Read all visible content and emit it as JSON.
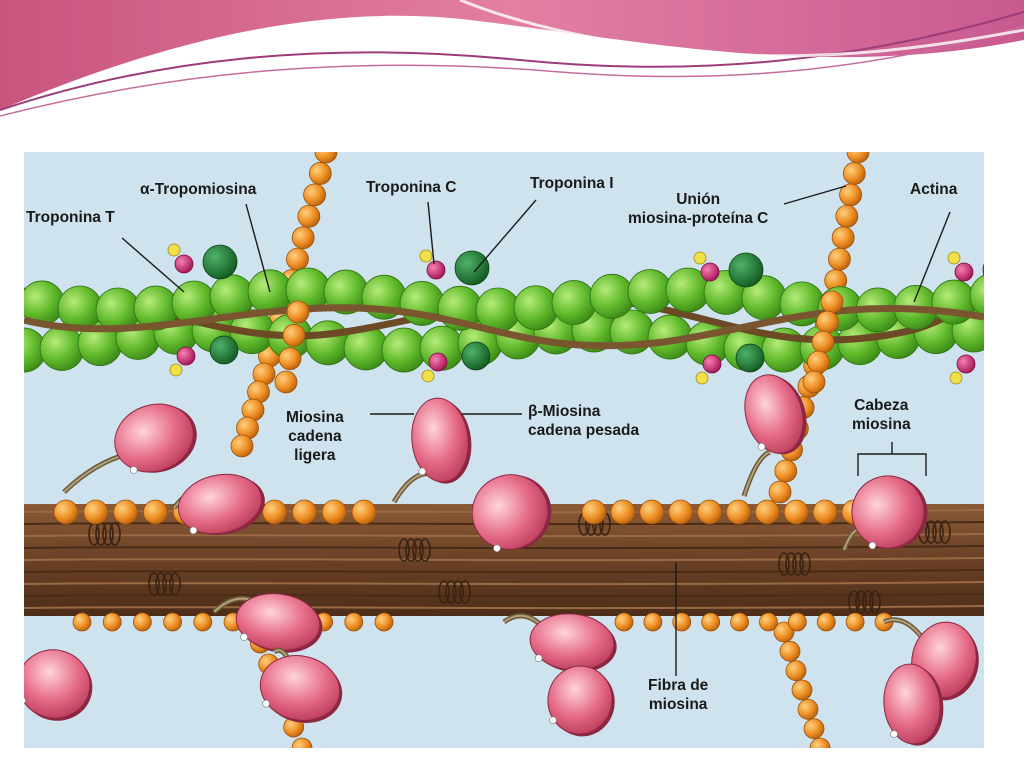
{
  "labels": {
    "tropomiosina": "α-Tropomiosina",
    "troponina_t": "Troponina T",
    "troponina_c": "Troponina C",
    "troponina_i": "Troponina I",
    "union": "Unión\nmiosina-proteína C",
    "actina": "Actina",
    "miosina_ligera": "Miosina\ncadena\nligera",
    "beta_miosina": "β-Miosina\ncadena pesada",
    "cabeza": "Cabeza\nmiosina",
    "fibra": "Fibra de\nmiosina"
  },
  "colors": {
    "actin": "#5fb82a",
    "myosin_head": "#e0607a",
    "light_chain": "#e88a1e",
    "troponin_dark": "#1f7a2c",
    "troponin_magenta": "#c8246a",
    "thick_filament": "#6e4528",
    "background": "#cfe3ee"
  }
}
